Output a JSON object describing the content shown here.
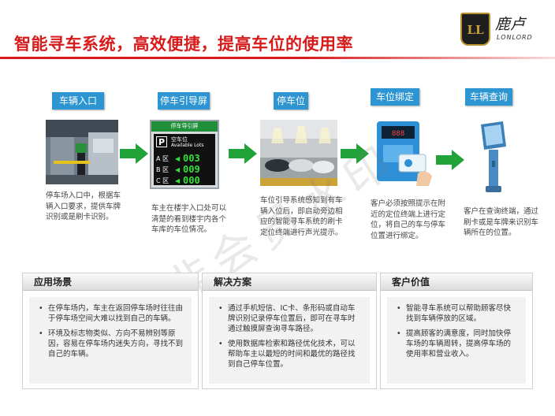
{
  "header": {
    "title": "智能寻车系统，高效便捷，提高车位的使用率",
    "logo_mark": "LL",
    "logo_cn": "鹿卢",
    "logo_en": "LONLORD"
  },
  "steps": [
    {
      "label": "车辆入口",
      "desc": "停车场入口中，根据车辆入口要求，提供车牌识别或是刷卡识别。"
    },
    {
      "label": "停车引导屏",
      "desc": "车主在楼宇入口处可以清楚的看到楼宇内各个车库的车位情况。",
      "screen": {
        "header": "停车导引屏",
        "p": "P",
        "cn_title": "空车位",
        "en_title": "Available Lots",
        "rows": [
          {
            "zone": "A 区",
            "value": "003"
          },
          {
            "zone": "B 区",
            "value": "009"
          },
          {
            "zone": "C 区",
            "value": "000"
          }
        ]
      }
    },
    {
      "label": "停车位",
      "desc": "车位引导系统感知到有车辆入位后，即启动旁边相应的智能寻车系统的刷卡定位终端进行声光提示。"
    },
    {
      "label": "车位绑定",
      "desc": "客户必须按照提示在附近的定位终端上进行定位，将自己的车与停车位置进行绑定。"
    },
    {
      "label": "车辆查询",
      "desc": "客户在查询终端，通过刷卡或是车牌来识别车辆所在的位置。"
    }
  ],
  "watermark": "非会员水印",
  "boxes": [
    {
      "title": "应用场景",
      "items": [
        "在停车场内，车主在返回停车场时往往由于停车场空间大难以找到自己的车辆。",
        "环境及标志物类似、方向不易辨别等原因，容易在停车场内迷失方向，寻找不到自己的车辆。"
      ]
    },
    {
      "title": "解决方案",
      "items": [
        "通过手机短信、IC卡、条形码或自动车牌识别记录停车位置后，即可在寻车时通过触摸屏查询寻车路径。",
        "使用数据库检索和路径优化技术，可以帮助车主以最短的时间和最优的路径找到自己停车位置。"
      ]
    },
    {
      "title": "客户价值",
      "items": [
        "智能寻车系统可以帮助顾客尽快找到车辆停放的区域。",
        "提高顾客的满意度，同时加快停车场的车辆周转，提高停车场的使用率和营业收入。"
      ]
    }
  ],
  "colors": {
    "title_red": "#d71b1b",
    "step_blue": "#2e95d3",
    "arrow_green": "#22a33a",
    "led_green": "#35e03a"
  }
}
